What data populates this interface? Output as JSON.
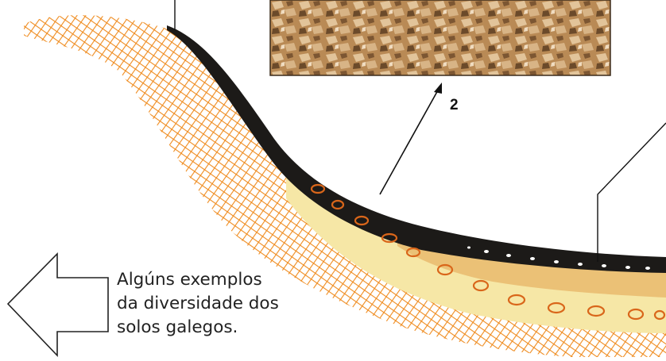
{
  "photo_label": "2",
  "caption": {
    "line1": "Algúns exemplos",
    "line2": "da diversidade dos",
    "line3": "solos galegos."
  },
  "colors": {
    "mesh": "#ef8b1e",
    "topsoil": "#1c1a18",
    "subsoil": "#f6e7a6",
    "stones": "#d9661a",
    "rock_photo": "#b98a55"
  }
}
